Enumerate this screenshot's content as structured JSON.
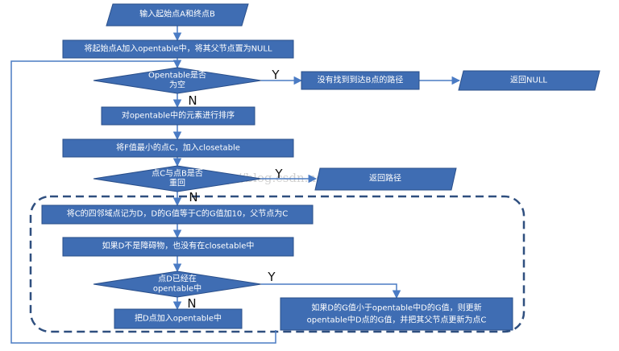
{
  "nodes": {
    "start": "输入起始点A和终点B",
    "init": "将起始点A加入opentable中，将其父节点置为NULL",
    "empty_check": [
      "Opentable是否",
      "为空"
    ],
    "not_found": "没有找到到达B点的路径",
    "return_null": "返回NULL",
    "sort": "对opentable中的元素进行排序",
    "pick_min": "将F值最小的点C，加入closetable",
    "reach_check": [
      "点C与点B是否",
      "重回"
    ],
    "return_path": "返回路径",
    "neighbors": "将C的四邻域点记为D，D的G值等于C的G值加10，父节点为C",
    "obstacle_check": "如果D不是障碍物，也没有在closetable中",
    "in_open_check": [
      "点D已经在",
      "opentable中"
    ],
    "add_open": "把D点加入opentable中",
    "update": [
      "如果D的G值小于opentable中D的G值，则更新",
      "opentable中D点的G值，并把其父节点更新为点C"
    ]
  },
  "labels": {
    "yes": "Y",
    "no": "N"
  },
  "watermark": "http://blog.csdn.net/hitwhylai",
  "colors": {
    "fill": "#3f6db3",
    "stroke": "#2a4f8a",
    "edge": "#4a7bc4",
    "dash": "#2f4f7f"
  }
}
